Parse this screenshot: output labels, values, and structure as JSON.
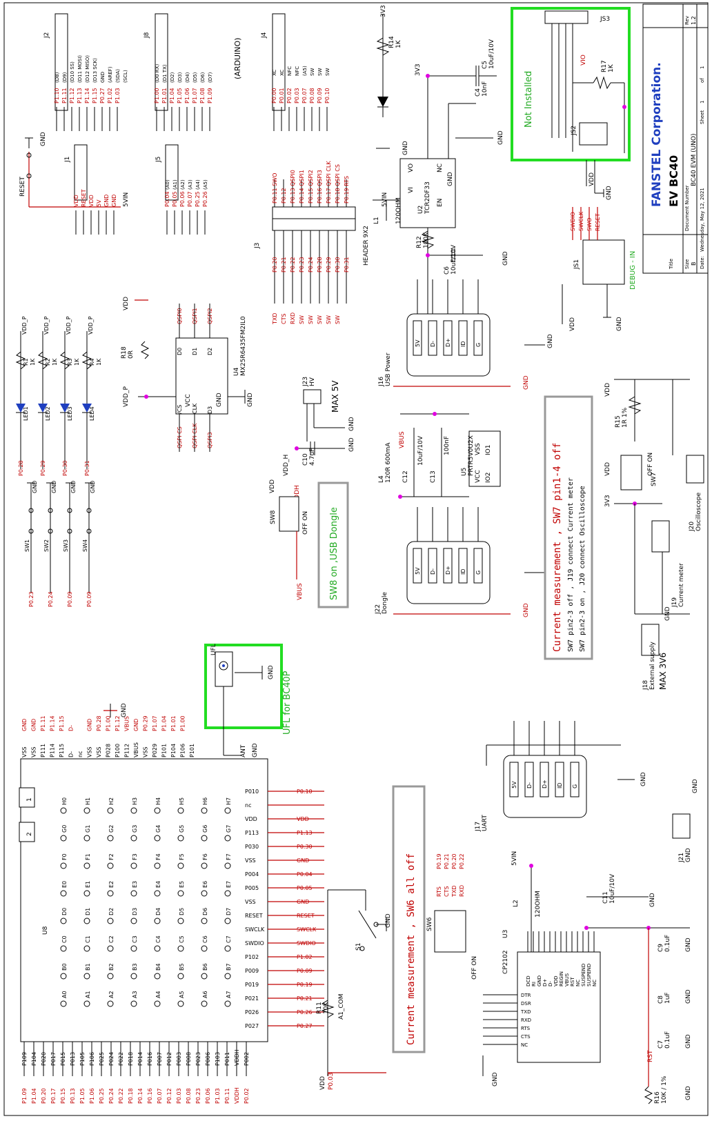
{
  "title_block": {
    "company": "FANSTEL Corporation.",
    "title_label": "Title",
    "title": "EV BC40",
    "size_label": "Size",
    "size": "B",
    "docnum_label": "Document Number",
    "docnum": "BC40 EVM (UNO)",
    "rev_label": "Rev",
    "rev": "1.2",
    "date_label": "Date:",
    "date": "Wednesday, May 12, 2021",
    "sheet_label": "Sheet",
    "sheet": "1",
    "of_label": "of",
    "of": "1"
  },
  "notes": {
    "not_installed": "Not Installed",
    "sw7_title": "Current measurement , SW7 pin1-4 off",
    "sw7_line1": "SW7 pin2-3 off , J19 connect Current meter",
    "sw7_line2": "SW7 pin2-3 on , J20 connect Oscilloscope",
    "sw8_note": "SW8 on ,USB Dongle",
    "ufl_note": "UFL for BC40P",
    "sw6_note": "Current measurement , SW6 all off",
    "arduino": "(ARDUINO)",
    "max5v": "MAX 5V",
    "max3v6": "MAX 3V6",
    "debug_in": "DEBUG - IN",
    "external_supply": "External supply"
  },
  "parts": {
    "j2": "J2",
    "j8": "J8",
    "j4": "J4",
    "j1": "J1",
    "j5": "J5",
    "j3": "J3",
    "j3_type": "HEADER 9X2",
    "reset": "RESET",
    "v5in": "5VIN",
    "u2": "U2",
    "u2_val": "TCR2DF33",
    "c5": "C5",
    "c5_val": "10uF/10V",
    "c4": "C4",
    "c4_val": "10nF",
    "r14": "R14",
    "r14_val": "1K",
    "l1": "L1",
    "l1_val": "120OHM",
    "r12": "R12",
    "r12_val": "100K",
    "c6": "C6",
    "c6_val": "10uF/10V",
    "j16": "J16",
    "j16_type": "USB Power",
    "js3": "JS3",
    "js2": "JS2",
    "js1": "JS1",
    "r17": "R17",
    "r17_val": "1K",
    "vio": "VIO",
    "u4": "U4",
    "u4_val": "MX25R6435FM2IL0",
    "r18": "R18",
    "r18_val": "0R",
    "led1": "LED1",
    "led2": "LED2",
    "led3": "LED3",
    "led4": "LED4",
    "r1": "R1",
    "r2": "R2",
    "r3": "R3",
    "r4": "R4",
    "r_val": "1K",
    "sw1": "SW1",
    "sw2": "SW2",
    "sw3": "SW3",
    "sw4": "SW4",
    "j23": "J23",
    "j23_type": "HV",
    "c10": "C10",
    "c10_val": "4.7uF",
    "sw8": "SW8",
    "off_on": "OFF ON",
    "l4": "L4",
    "l4_val": "120R 600mA",
    "c12": "C12",
    "c12_val": "10uF/10V",
    "c13": "C13",
    "c13_val": "100nF",
    "u5": "U5",
    "u5_val": "PRTR5V0U2X",
    "j22": "J22",
    "j22_type": "Dongle",
    "r15": "R15",
    "r15_val": "1R 1%",
    "sw7": "SW7",
    "j20": "J20",
    "j20_type": "Oscilloscope",
    "j19": "J19",
    "j19_type": "Current meter",
    "j18": "J18",
    "ufl": "UFL",
    "u8": "U8",
    "j17": "J17",
    "j17_type": "UART",
    "j21": "J21",
    "j21_type": "GND",
    "l2": "L2",
    "l2_val": "120OHM",
    "c11": "C11",
    "c11_val": "10uF/10V",
    "c9": "C9",
    "c9_val": "0.1uF",
    "c8": "C8",
    "c8_val": "1uF",
    "c7": "C7",
    "c7_val": "0.1uF",
    "r16": "R16",
    "r16_val": "10K / 1%",
    "sw6": "SW6",
    "u3": "U3",
    "u3_val": "CP2102",
    "s1": "S1",
    "a1_com": "A1_COM",
    "r11": "R11",
    "r11_val": "10K"
  },
  "nets": {
    "gnd": "GND",
    "vdd": "VDD",
    "vdd_p": "VDD_P",
    "v3v3": "3V3",
    "vbus": "VBUS",
    "vddh": "VDDH",
    "vdd_h": "VDD_H",
    "ant": "ANT",
    "rst": "RST"
  },
  "j2_pins": [
    "P1.10",
    "P1.11",
    "P1.12",
    "P1.13",
    "P1.14",
    "P1.15",
    "P0.27",
    "P1.02",
    "P1.03"
  ],
  "j2_alt": [
    "(D8)",
    "(D9)",
    "(D10 SS)",
    "(D11 MOSI)",
    "(D12 MISO)",
    "(D13 SCK)",
    "GND",
    "(AREF)",
    "(SDA)",
    "(SCL)"
  ],
  "j8_pins": [
    "P1.00",
    "P1.01",
    "P1.04",
    "P1.05",
    "P1.06",
    "P1.07",
    "P1.08",
    "P1.09"
  ],
  "j8_alt": [
    "(D0 RX)",
    "(D1 TX)",
    "(D2)",
    "(D3)",
    "(D4)",
    "(D5)",
    "(D6)",
    "(D7)"
  ],
  "j4_pins": [
    "P0.00",
    "P0.01",
    "P0.02",
    "P0.03",
    "P0.07",
    "P0.08",
    "P0.09",
    "P0.10"
  ],
  "j4_alt": [
    "XC",
    "XC",
    "NFC",
    "NFC",
    "(A5)",
    "SW",
    "SW",
    "SW"
  ],
  "j1_pins": [
    "VDD",
    "RESET",
    "VDD",
    "5V",
    "GND",
    "GND"
  ],
  "j5_pins": [
    "P0.04",
    "P0.05",
    "P0.06",
    "P0.07",
    "P0.25",
    "P0.26"
  ],
  "j5_alt": [
    "(A0)",
    "(A1)",
    "(A2)",
    "(A3)",
    "(A4)",
    "(A5)"
  ],
  "j3_left": [
    "TXD",
    "CTS",
    "RXD",
    "SW",
    "SW",
    "SW",
    "SW",
    "SW"
  ],
  "j3_right": [
    "P0.11 SWO",
    "P0.12",
    "P0.13 QSPI0",
    "P0.14 QSPI1",
    "P0.15 QSPI2",
    "P0.16 QSPI3",
    "P0.17 QSPI CLK",
    "P0.18 QSPI CS",
    "P0.19 RTS"
  ],
  "j3_left2": [
    "P0.20",
    "P0.21",
    "P0.22",
    "P0.23",
    "P0.24",
    "P0.28",
    "P0.29",
    "P0.30",
    "P0.31"
  ],
  "u4_pins_left": [
    "/CS",
    "CLK",
    "D3"
  ],
  "u4_pins_right": [
    "D0",
    "D1",
    "D2"
  ],
  "u4_nets_left": [
    "QSPI CS",
    "QSPI CLK",
    "QSPI3"
  ],
  "u4_nets_right": [
    "QSPI0",
    "QSPI1",
    "QSPI2"
  ],
  "led_nets": [
    "P0.28",
    "P0.29",
    "P0.30",
    "P0.31"
  ],
  "sw_nets": [
    "P0.23",
    "P0.24",
    "P0.09",
    "P0.09"
  ],
  "u8_top_pins": [
    "VSS",
    "VSS",
    "P111",
    "P114",
    "P115",
    "D-",
    "nc",
    "VSS",
    "VSS",
    "P028",
    "P100",
    "P112",
    "VBUS",
    "VSS",
    "P029",
    "P101",
    "P104",
    "P106",
    "P101"
  ],
  "u8_top_nets": [
    "GND",
    "GND",
    "P1.11",
    "P1.14",
    "P1.15",
    "D-",
    "",
    "GND",
    "P0.28",
    "P1.00",
    "P1.12",
    "VBUS",
    "GND",
    "P0.29",
    "P1.07",
    "P1.04",
    "P1.01",
    "P1.00"
  ],
  "u8_bot_pins": [
    "P109",
    "P104",
    "P020",
    "P017",
    "P015",
    "P013",
    "P105",
    "P106",
    "P025",
    "P024",
    "P022",
    "P018",
    "P014",
    "P016",
    "P007",
    "P012",
    "P003",
    "P008",
    "P023",
    "P006",
    "P103",
    "P011",
    "VDDH",
    "P002"
  ],
  "u8_bot_nets": [
    "P1.09",
    "P1.04",
    "P0.20",
    "P0.17",
    "P0.15",
    "P0.13",
    "P1.05",
    "P1.06",
    "P0.25",
    "P0.24",
    "P0.22",
    "P0.18",
    "P0.14",
    "P0.16",
    "P0.07",
    "P0.12",
    "P0.03",
    "P0.08",
    "P0.23",
    "P0.06",
    "P1.03",
    "P0.11",
    "VDDH",
    "P0.02"
  ],
  "u8_right_pins": [
    "P010",
    "nc",
    "VDD",
    "P113",
    "P030",
    "VSS",
    "P004",
    "P005",
    "VSS",
    "RESET",
    "SWCLK",
    "SWDIO",
    "P102",
    "P009",
    "P019",
    "P021",
    "P026",
    "P027"
  ],
  "u8_right_nets": [
    "P0.10",
    "",
    "VDD",
    "P1.13",
    "P0.30",
    "GND",
    "P0.04",
    "P0.05",
    "GND",
    "RESET",
    "SWCLK",
    "SWDIO",
    "P1.02",
    "P0.09",
    "P0.19",
    "P0.21",
    "P0.26",
    "P0.27"
  ],
  "u8_grid_cols": [
    "A",
    "B",
    "C",
    "D",
    "E",
    "F",
    "G",
    "H"
  ],
  "u3_left": [
    "DCD",
    "RI",
    "GND",
    "D+",
    "D-",
    "VDD",
    "REGIN",
    "VBUS",
    "RST",
    "NC",
    "SUSPEND",
    "SUSPEND",
    "NC"
  ],
  "u3_right": [
    "DTR",
    "DSR",
    "TXD",
    "RXD",
    "RTS",
    "CTS",
    "NC"
  ],
  "sw6_nets": [
    "RTS",
    "CTS",
    "TXD",
    "RXD"
  ],
  "sw6_nets2": [
    "P0.19",
    "P0.21",
    "P0.20",
    "P0.22"
  ],
  "js1_nets": [
    "SWDIO",
    "SWCLK",
    "SWO",
    "RESET"
  ],
  "usb_pins": [
    "5V",
    "D-",
    "D+",
    "ID",
    "G"
  ]
}
